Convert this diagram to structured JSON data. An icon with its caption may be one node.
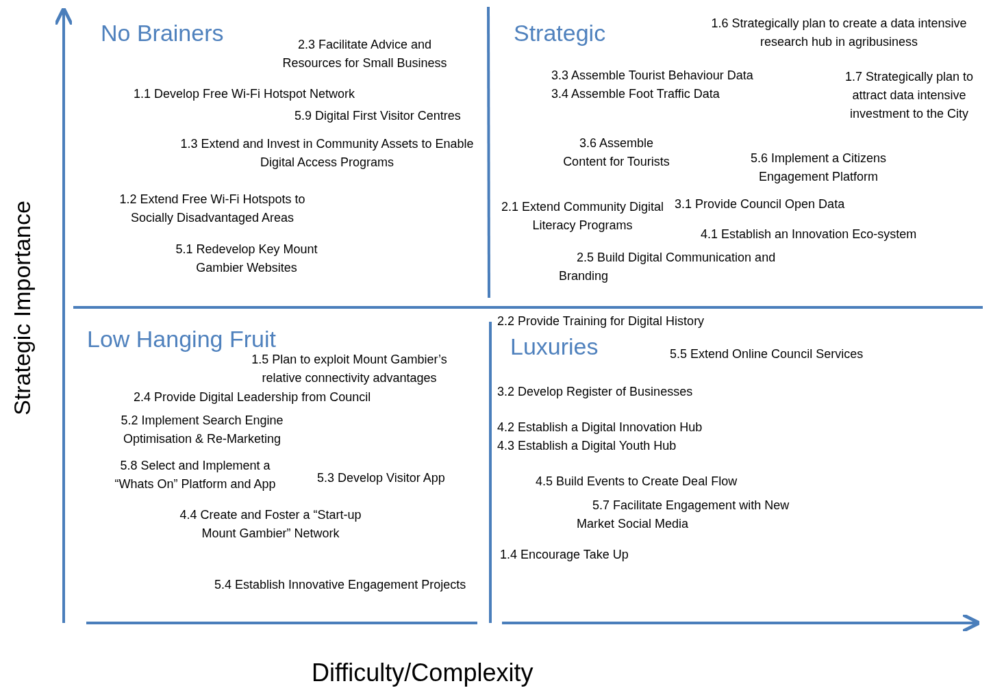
{
  "diagram": {
    "labels": [
      "No Brainers",
      "2.3 Facilitate Advice and Resources for Small Business",
      "1.1 Develop Free Wi-Fi Hotspot Network",
      "5.9 Digital First Visitor Centres",
      "1.3 Extend and Invest in Community Assets to Enable Digital Access Programs",
      "1.2 Extend Free Wi-Fi Hotspots to Socially Disadvantaged Areas",
      "5.1 Redevelop Key Mount Gambier Websites",
      "Strategic",
      "1.6 Strategically plan to create a data intensive research hub in agribusiness",
      "3.3 Assemble Tourist Behaviour Data",
      "3.4 Assemble Foot Traffic Data",
      "1.7 Strategically plan to attract data intensive investment to the City",
      "3.6 Assemble Content for Tourists",
      "5.6 Implement a Citizens Engagement Platform",
      "2.1 Extend Community Digital Literacy Programs",
      "3.1 Provide Council Open Data",
      "4.1 Establish an Innovation Eco-system",
      "2.5 Build Digital Communication and Branding",
      "Low Hanging Fruit",
      "1.5 Plan to exploit Mount Gambier’s relative connectivity advantages",
      "2.4 Provide Digital Leadership from Council",
      "5.2 Implement Search Engine Optimisation & Re-Marketing",
      "5.8 Select and Implement a “Whats On” Platform and App",
      "5.3 Develop Visitor App",
      "4.4 Create and Foster a “Start-up Mount Gambier” Network",
      "5.4 Establish Innovative Engagement Projects",
      "Luxuries",
      "2.2 Provide Training for Digital History",
      "5.5 Extend Online Council Services",
      "3.2 Develop Register of Businesses",
      "4.2 Establish a Digital Innovation Hub",
      "4.3 Establish a Digital Youth Hub",
      "4.5 Build Events to Create Deal Flow",
      "5.7 Facilitate Engagement with New Market Social Media",
      "1.4 Encourage Take Up",
      "Strategic Importance",
      "Difficulty/Complexity"
    ]
  }
}
